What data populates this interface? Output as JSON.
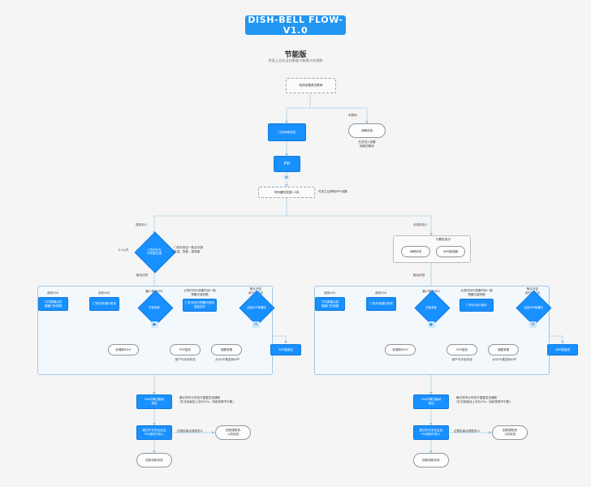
{
  "page": {
    "background": "#f5f5f5",
    "accent": "#1890ff",
    "title_chip": "DISH-BELL  FLOW-V1.0",
    "doc_title": "节能版",
    "doc_subtitle": "界面上会标当前需要节能模式的细解"
  },
  "top": {
    "detect": "检测设备是否联网",
    "label_offline": "未联网",
    "doorbell_press": "门铃休眠状态",
    "sleep_state": "休眠状态",
    "sleep_note": "无法进入查看\n网络的程序",
    "pir": "PIR",
    "pir_icon": "gear-icon",
    "ring_box": "号码通知范围1-5米",
    "ring_note": "可选之后再和APP设置"
  },
  "branches": {
    "left_label": "感知到人",
    "right_label": "未感知到人",
    "left_rate": "0.5s/次",
    "left_diamond": "门内外补光\n灯亮度/色温",
    "left_note": "门内外报告一致且可调\n色温、亮度、强和度",
    "left_trigger": "触动侦短",
    "right_group_title": "问题性指手",
    "right_sleep": "休眠状态",
    "right_wifi": "WiFi链信器",
    "right_trigger": "触动侦短"
  },
  "left_group": {
    "items": [
      {
        "cap": "双亮45S",
        "label": "门内屏幕点亮\n直播门外视频",
        "shape": "box"
      },
      {
        "cap": "双亮45S",
        "label": "门内外按键灯常亮",
        "shape": "box"
      },
      {
        "cap": "最少停留45S",
        "label": "开始录像",
        "shape": "diamond"
      },
      {
        "cap": "点亮时间与录像时间一致\n预置光感判断",
        "label": "门外补光灯预置光感电\n智能变光",
        "shape": "box"
      },
      {
        "cap": "默认开启\n用户可关流",
        "label": "双送APP端通知",
        "shape": "diamond"
      }
    ],
    "record_icon": "camera-icon",
    "notify_icon": "message-icon",
    "sub_left": "存储到SD卡",
    "sub_right": "P2P回流",
    "sub_note": "用户可手动关流",
    "sub2_left": "观看录像",
    "sub2_right": "APP端连线",
    "sub2_note": "从SD卡推送到APP"
  },
  "right_group": {
    "items": [
      {
        "cap": "双亮45S",
        "label": "门内屏幕点亮\n直播门外视频",
        "shape": "box"
      },
      {
        "cap": "双亮45S",
        "label": "门内外按键灯常亮",
        "shape": "box"
      },
      {
        "cap": "最少停留45S",
        "label": "开始录像",
        "shape": "diamond"
      },
      {
        "cap": "点亮时间与录像时间一致\n预置光感判断",
        "label": "门外补光灯常亮",
        "shape": "box"
      },
      {
        "cap": "默认开启\n用户可关流",
        "label": "双送APP端通知",
        "shape": "diamond"
      }
    ],
    "record_icon": "camera-icon",
    "notify_icon": "message-icon",
    "sub_left": "存储到SD卡",
    "sub_right": "P2P回流",
    "sub_note": "用户可手动关流",
    "sub2_left": "观看录像",
    "sub2_right": "APP端连线",
    "sub2_note": "从SD卡推送到APP"
  },
  "bottom_left": {
    "timer": "45s内离交触动\n按钮",
    "timer_note": "最长呼叫计时但不重复发送通知\n(在当前画站上总长45s，持续录像不中断)",
    "no_person": "超过时长未后且后\nPIR感知不到人",
    "no_person_note": "过程结束后感知到人",
    "back_state": "回到感知到\n人的状态",
    "final": "回到待机状态"
  },
  "bottom_right": {
    "timer": "45s内离交触动\n按钮",
    "timer_note": "最长呼叫计时但不重复发送通知\n(在当前画站上总长45s，持续录像不中断)",
    "no_person": "超过时长未后且后\nPIR感知不到人",
    "no_person_note": "过程结束后感知到人",
    "back_state": "回到感知到\n人的状态",
    "final": "回到待机状态"
  }
}
